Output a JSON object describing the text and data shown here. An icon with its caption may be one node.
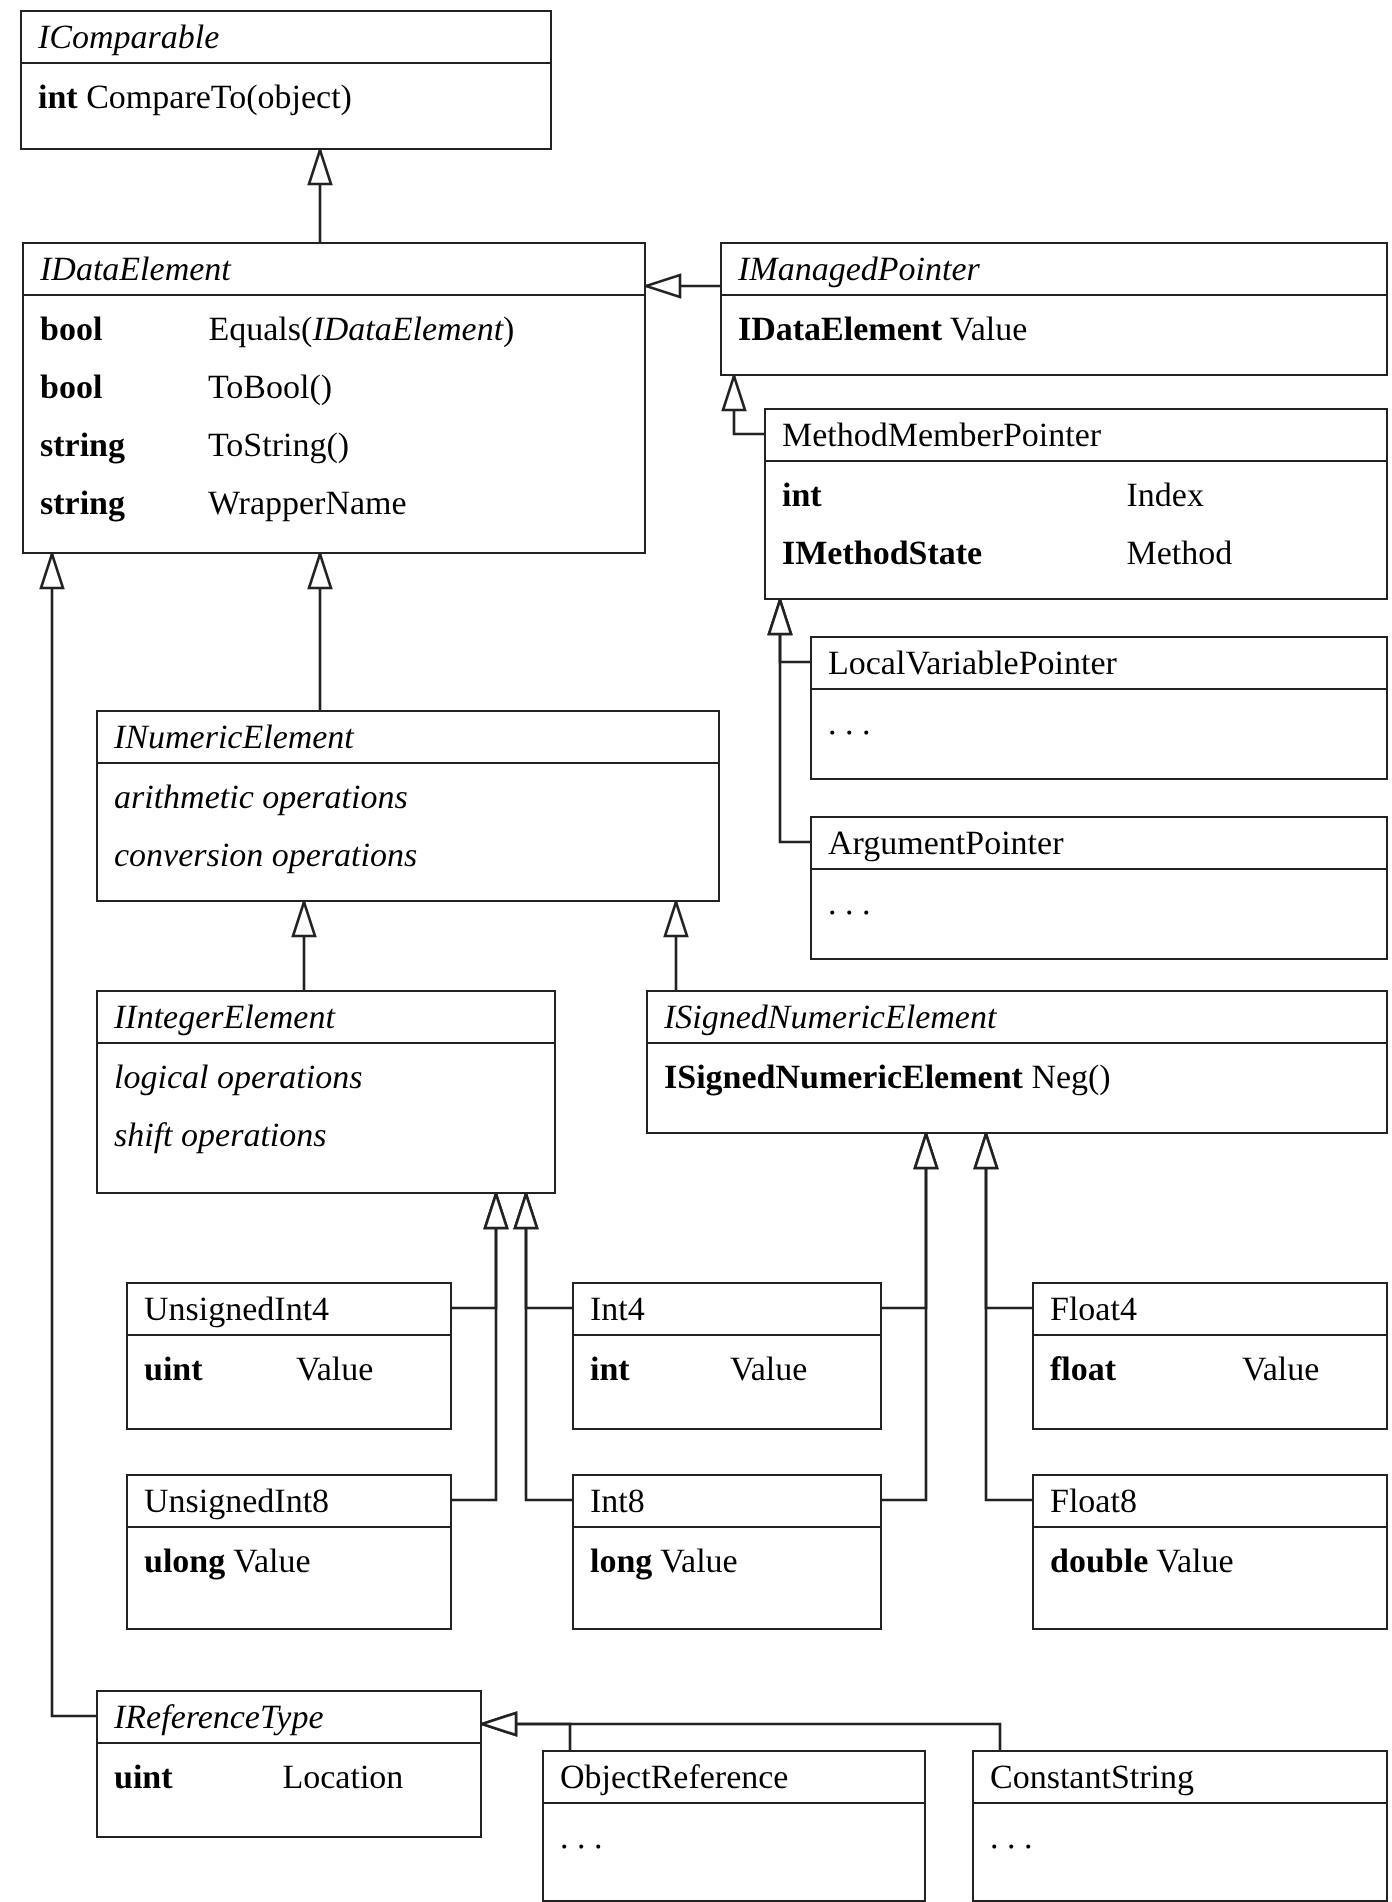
{
  "diagram": {
    "nodes": [
      {
        "text": [
          "*IComparable*",
          "**int** CompareTo(object)"
        ]
      },
      {
        "text": [
          "*IDataElement*",
          "**bool** Equals(*IDataElement*)",
          "**bool** ToBool()",
          "**string** ToString()",
          "**string** WrapperName"
        ]
      },
      {
        "text": [
          "*IManagedPointer*",
          "**IDataElement** Value"
        ]
      },
      {
        "text": [
          "MethodMemberPointer",
          "**int** Index",
          "**IMethodState** Method"
        ]
      },
      {
        "text": [
          "LocalVariablePointer",
          ". . ."
        ]
      },
      {
        "text": [
          "ArgumentPointer",
          ". . ."
        ]
      },
      {
        "text": [
          "*INumericElement*",
          "*arithmetic operations*",
          "*conversion operations*"
        ]
      },
      {
        "text": [
          "*IIntegerElement*",
          "*logical operations*",
          "*shift operations*"
        ]
      },
      {
        "text": [
          "*ISignedNumericElement*",
          "**ISignedNumericElement** Neg()"
        ]
      },
      {
        "text": [
          "UnsignedInt4",
          "**uint** Value"
        ]
      },
      {
        "text": [
          "Int4",
          "**int** Value"
        ]
      },
      {
        "text": [
          "Float4",
          "**float** Value"
        ]
      },
      {
        "text": [
          "UnsignedInt8",
          "**ulong** Value"
        ]
      },
      {
        "text": [
          "Int8",
          "**long** Value"
        ]
      },
      {
        "text": [
          "Float8",
          "**double** Value"
        ]
      },
      {
        "text": [
          "*IReferenceType*",
          "**uint** Location"
        ]
      },
      {
        "text": [
          "ObjectReference",
          ". . ."
        ]
      },
      {
        "text": [
          "ConstantString",
          ". . ."
        ]
      }
    ],
    "edges": [
      {
        "from": 1,
        "to": 0,
        "arrow": "to"
      },
      {
        "from": 2,
        "to": 1,
        "arrow": "to"
      },
      {
        "from": 3,
        "to": 2,
        "arrow": "to"
      },
      {
        "from": 4,
        "to": 3,
        "arrow": "to"
      },
      {
        "from": 5,
        "to": 3,
        "arrow": "to"
      },
      {
        "from": 6,
        "to": 1,
        "arrow": "to"
      },
      {
        "from": 15,
        "to": 1,
        "arrow": "to"
      },
      {
        "from": 7,
        "to": 6,
        "arrow": "to"
      },
      {
        "from": 8,
        "to": 6,
        "arrow": "to"
      },
      {
        "from": 9,
        "to": 7,
        "arrow": "to"
      },
      {
        "from": 12,
        "to": 7,
        "arrow": "to"
      },
      {
        "from": 10,
        "to": 7,
        "arrow": "to"
      },
      {
        "from": 13,
        "to": 7,
        "arrow": "to"
      },
      {
        "from": 10,
        "to": 8,
        "arrow": "to"
      },
      {
        "from": 13,
        "to": 8,
        "arrow": "to"
      },
      {
        "from": 11,
        "to": 8,
        "arrow": "to"
      },
      {
        "from": 14,
        "to": 8,
        "arrow": "to"
      },
      {
        "from": 16,
        "to": 15,
        "arrow": "to"
      },
      {
        "from": 17,
        "to": 15,
        "arrow": "to"
      }
    ]
  }
}
